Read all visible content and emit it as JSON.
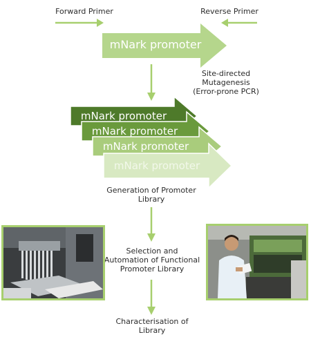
{
  "primers": {
    "forward_label": "Forward Primer",
    "reverse_label": "Reverse Primer"
  },
  "promoter": {
    "main_label": "mNark promoter",
    "library_labels": [
      "mNark promoter",
      "mNark promoter",
      "mNark promoter",
      "mNark promoter"
    ]
  },
  "steps": {
    "mutagenesis": "Site-directed\nMutagenesis\n(Error-prone PCR)",
    "generation": "Generation of Promoter\nLibrary",
    "selection": "Selection and\nAutomation of Functional\nPromoter Library",
    "characterisation": "Characterisation of\nLibrary"
  },
  "colors": {
    "arrow_light": "#a7cf6e",
    "arrow_main": "#b5d68c",
    "library_1": "#4e7a2a",
    "library_2": "#6a9a3c",
    "library_3": "#a9cc7c",
    "library_4": "#d8e9c2",
    "photo_border": "#a7cf6e"
  },
  "images": {
    "left_photo_icon": "pipetting-robot-photo",
    "right_photo_icon": "lab-scientist-photo"
  }
}
